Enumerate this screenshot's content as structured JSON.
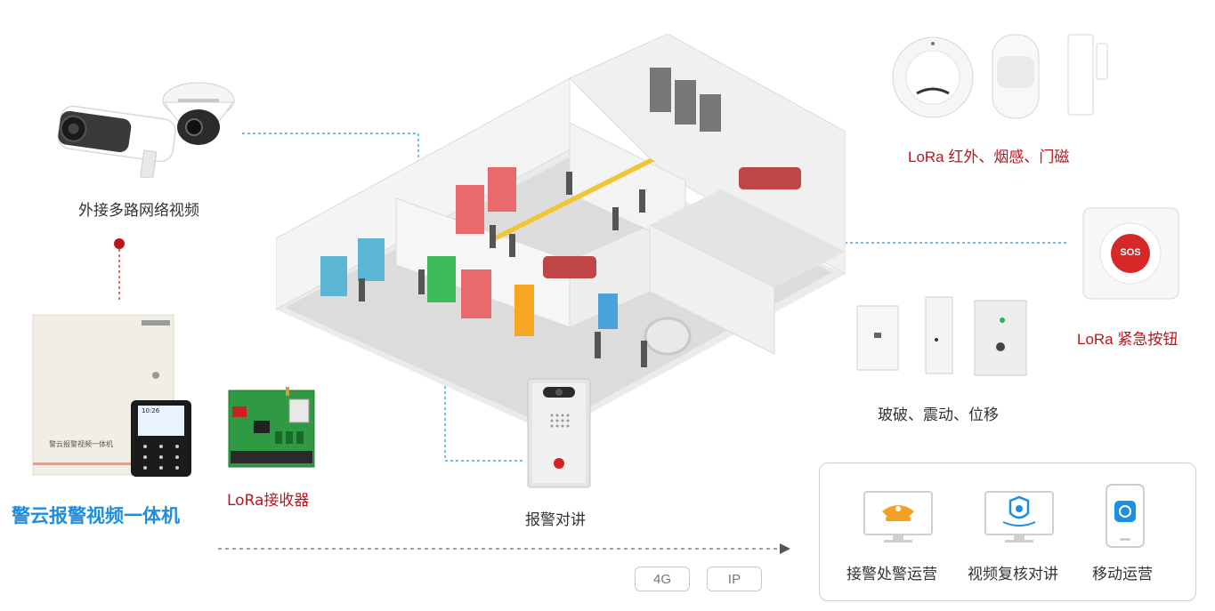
{
  "labels": {
    "video": "外接多路网络视频",
    "device_title": "警云报警视频一体机",
    "receiver": "LoRa接收器",
    "intercom": "报警对讲",
    "sensors_top": "LoRa 红外、烟感、门磁",
    "sos_button": "LoRa 紧急按钮",
    "sos_text": "SOS",
    "sensors_mid": "玻破、震动、位移"
  },
  "network": {
    "tags": [
      "4G",
      "IP"
    ]
  },
  "platform": {
    "items": [
      {
        "label": "接警处警运营",
        "icon": "police-cap-icon"
      },
      {
        "label": "视频复核对讲",
        "icon": "video-review-icon"
      },
      {
        "label": "移动运营",
        "icon": "mobile-app-icon"
      }
    ]
  },
  "device_screen": {
    "time": "10:26"
  },
  "colors": {
    "accent_blue": "#1f8de0",
    "accent_red": "#b8161e",
    "connector_blue": "#2a8fd6",
    "connector_red": "#c0141c",
    "atm_red": "#e86a6a",
    "atm_blue": "#5bb6d4",
    "atm_green": "#3dbb5a",
    "cap_orange": "#f5a020"
  }
}
